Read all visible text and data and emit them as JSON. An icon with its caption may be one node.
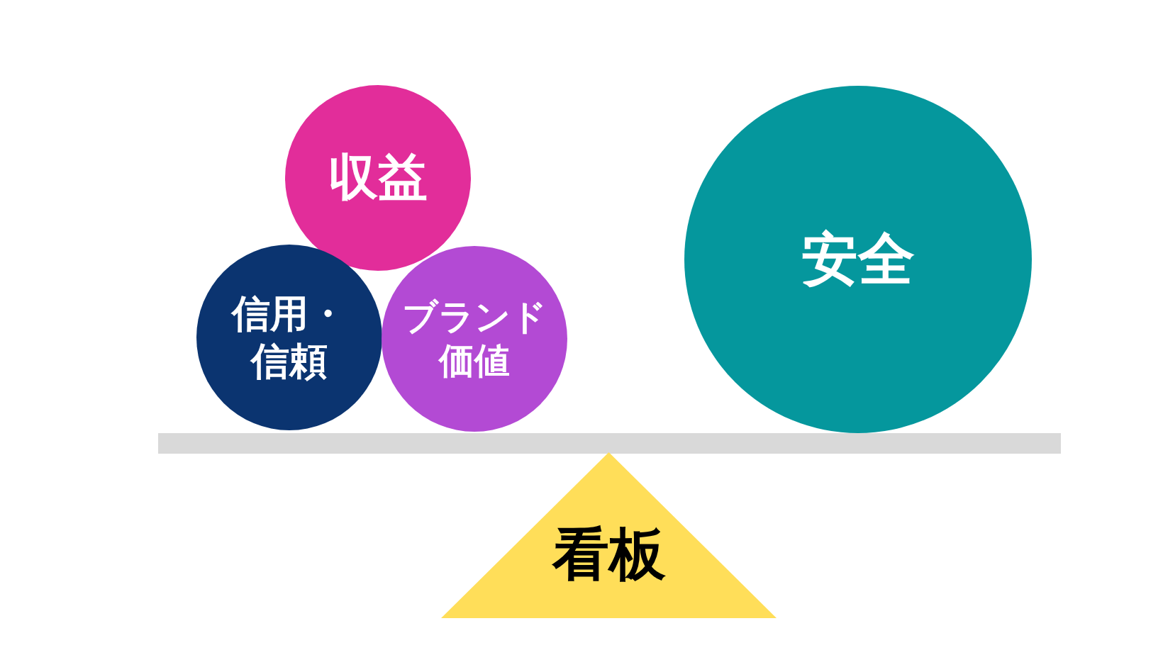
{
  "diagram": {
    "nodes": [
      {
        "text": [
          "収益"
        ]
      },
      {
        "text": [
          "信用・信頼"
        ]
      },
      {
        "text": [
          "ブランド価値"
        ]
      },
      {
        "text": [
          "安全"
        ]
      },
      {
        "text": [],
        "shape": "bar"
      },
      {
        "text": [
          "看板"
        ]
      }
    ]
  }
}
